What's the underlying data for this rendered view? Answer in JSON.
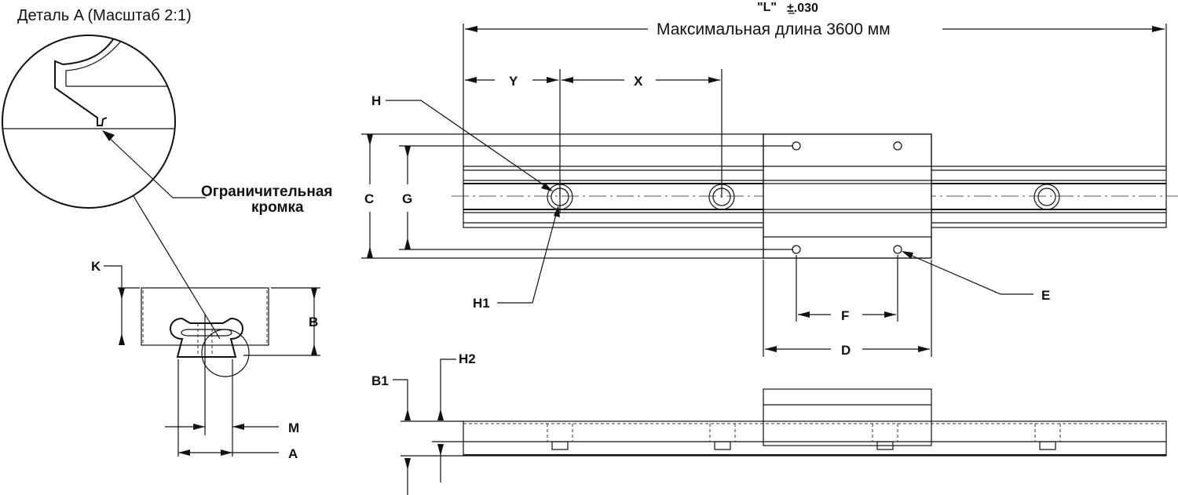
{
  "detail_title": "Деталь A (Масштаб 2:1)",
  "limit_edge_label_line1": "Ограничительная",
  "limit_edge_label_line2": "кромка",
  "length_label": "\"L\"",
  "length_tolerance": "±.030",
  "max_length_label": "Максимальная длина 3600 мм",
  "dimensions": {
    "Y": "Y",
    "X": "X",
    "H": "H",
    "H1": "H1",
    "H2": "H2",
    "C": "C",
    "G": "G",
    "E": "E",
    "F": "F",
    "D": "D",
    "K": "K",
    "B": "B",
    "B1": "B1",
    "M": "M",
    "A": "A"
  }
}
